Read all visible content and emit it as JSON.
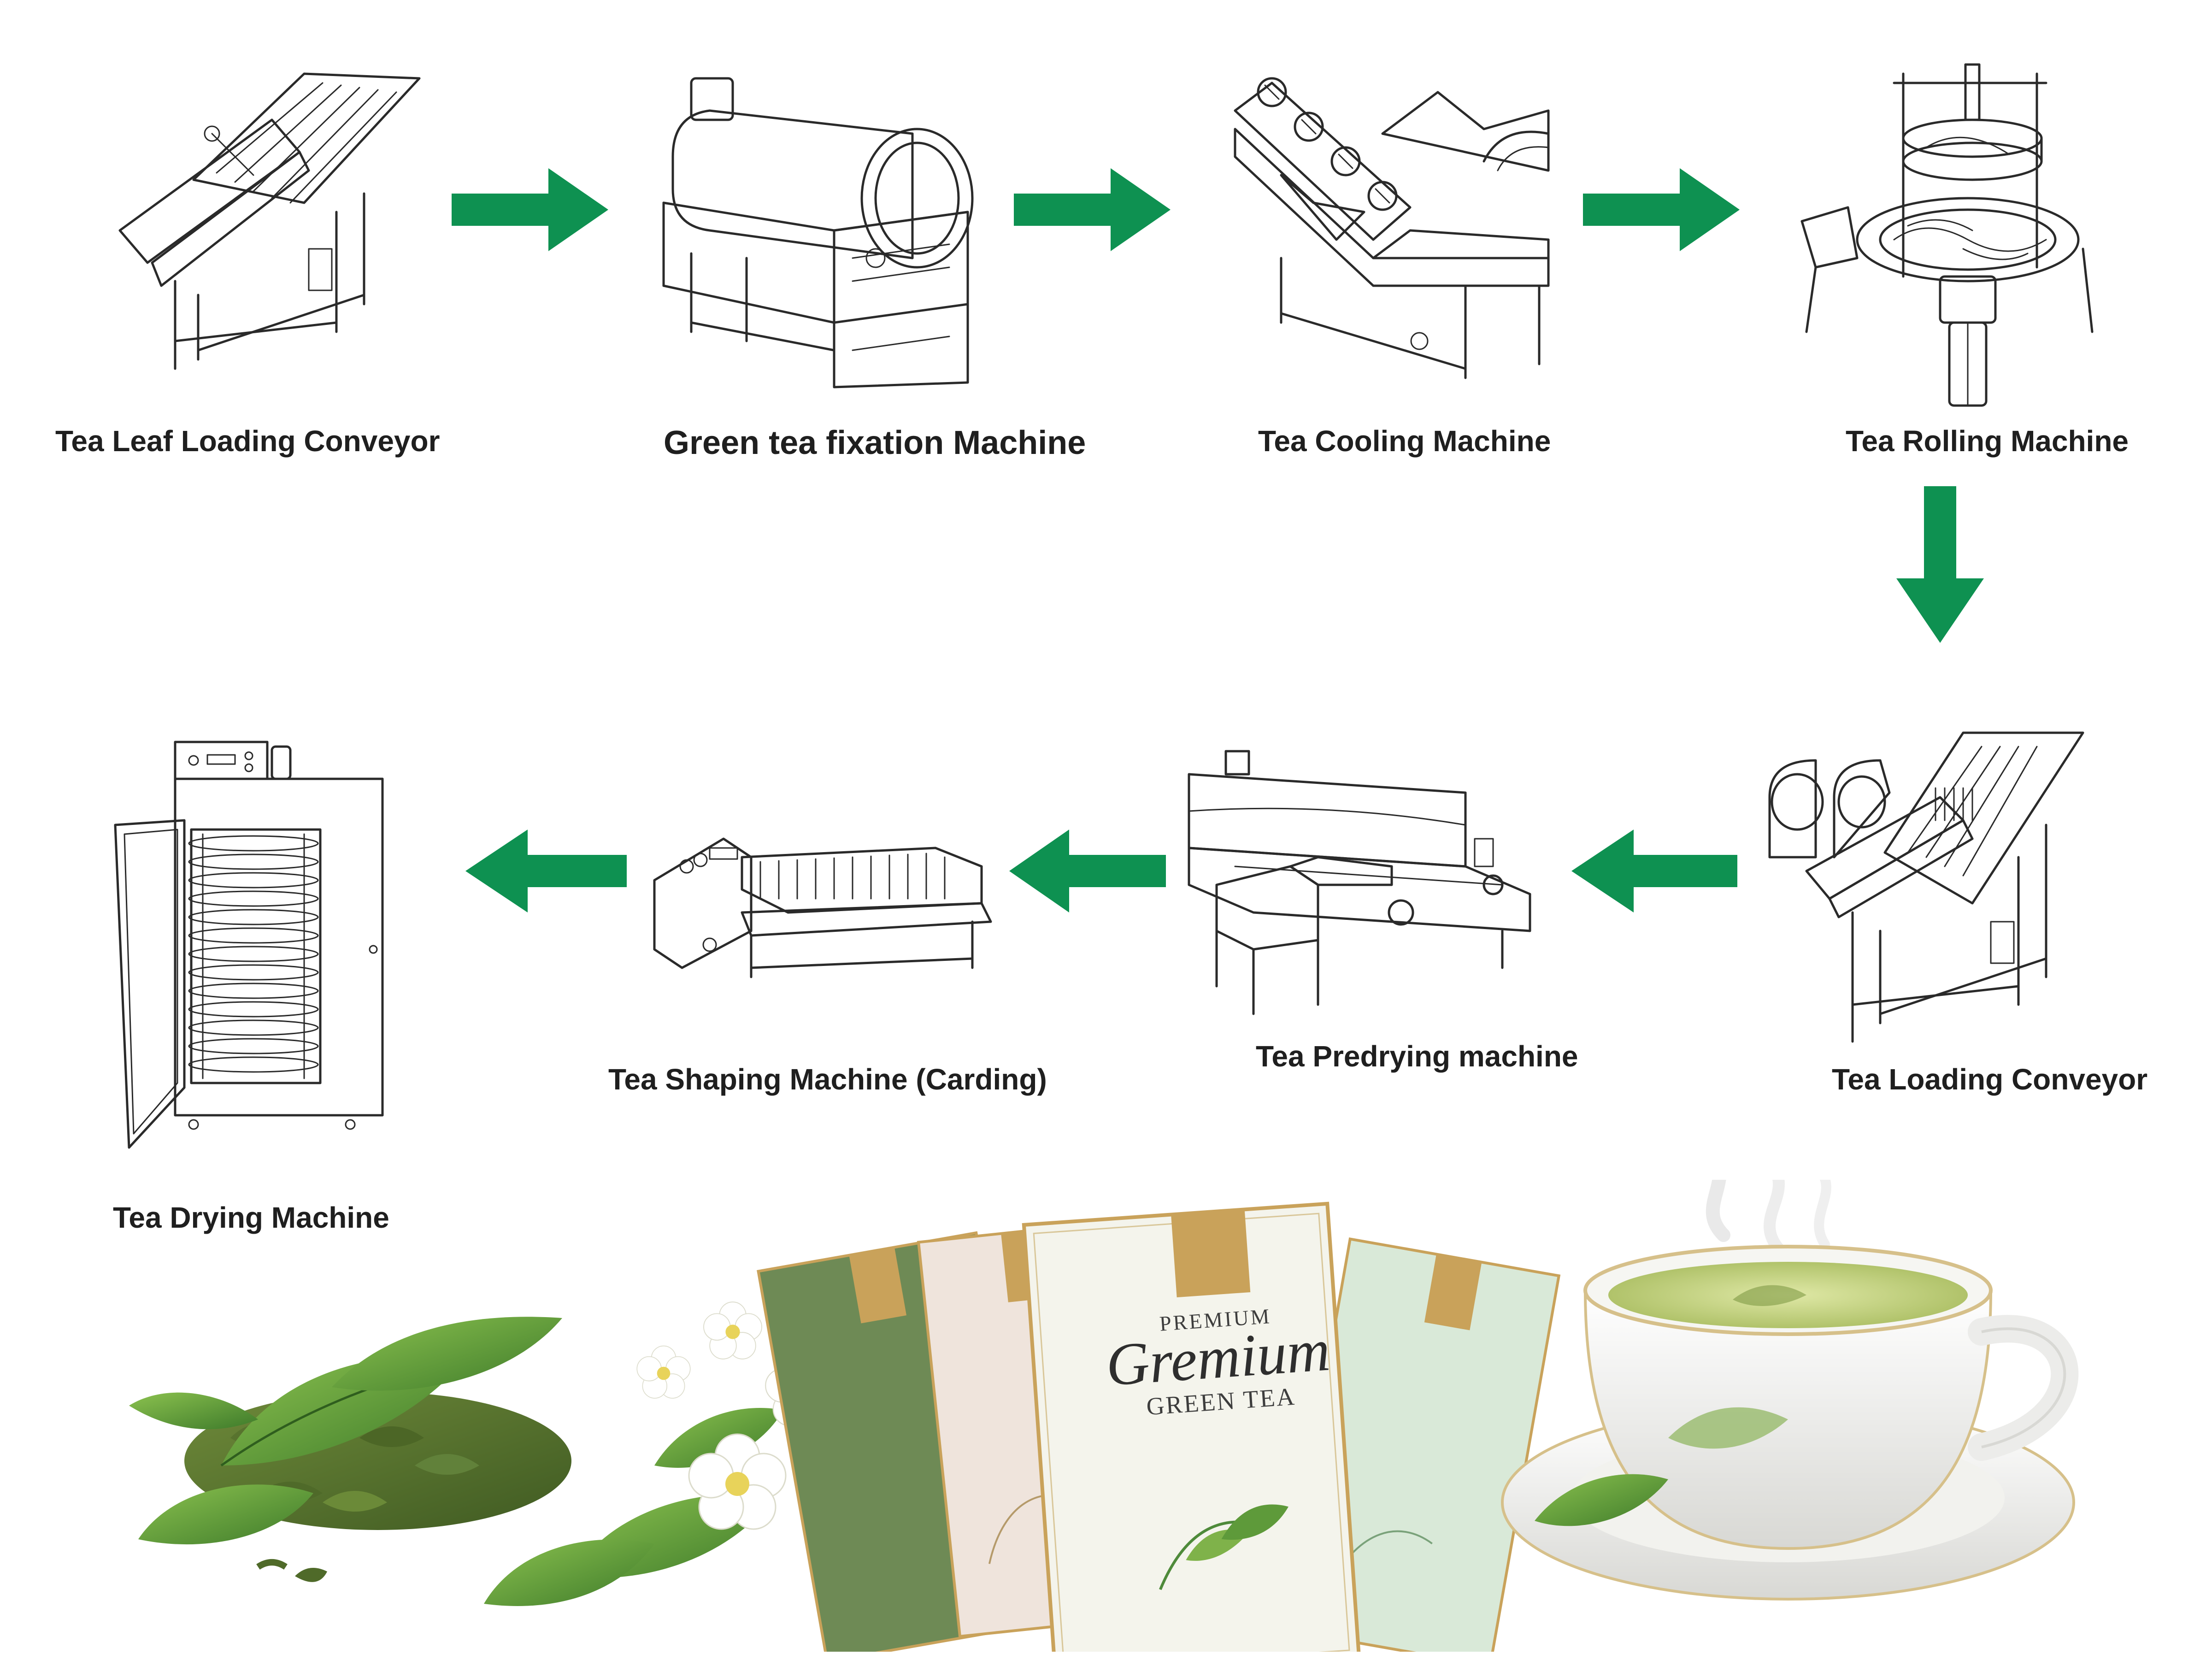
{
  "colors": {
    "arrow": "#0e9151",
    "line_art": "#2a2a2a",
    "leaf_dark": "#3d7a2a",
    "leaf_light": "#7fb24a",
    "tea_liquid": "#c9d98a",
    "pack_gold": "#c9a25a"
  },
  "steps": [
    {
      "label": "Tea Leaf Loading Conveyor",
      "icon": "incline-conveyor-icon"
    },
    {
      "label": "Green tea fixation Machine",
      "icon": "drum-roaster-icon"
    },
    {
      "label": "Tea Cooling Machine",
      "icon": "cooling-conveyor-icon"
    },
    {
      "label": "Tea Rolling Machine",
      "icon": "rolling-machine-icon"
    },
    {
      "label": "Tea Loading Conveyor",
      "icon": "incline-conveyor-icon"
    },
    {
      "label": "Tea Predrying machine",
      "icon": "predrying-machine-icon"
    },
    {
      "label": "Tea Shaping Machine (Carding)",
      "icon": "carding-machine-icon"
    },
    {
      "label": "Tea Drying Machine",
      "icon": "drying-cabinet-icon"
    }
  ],
  "packs": [
    {
      "prefix": "PREMIUM",
      "title": "Gremium",
      "subtitle": "GREEN TEA"
    }
  ]
}
